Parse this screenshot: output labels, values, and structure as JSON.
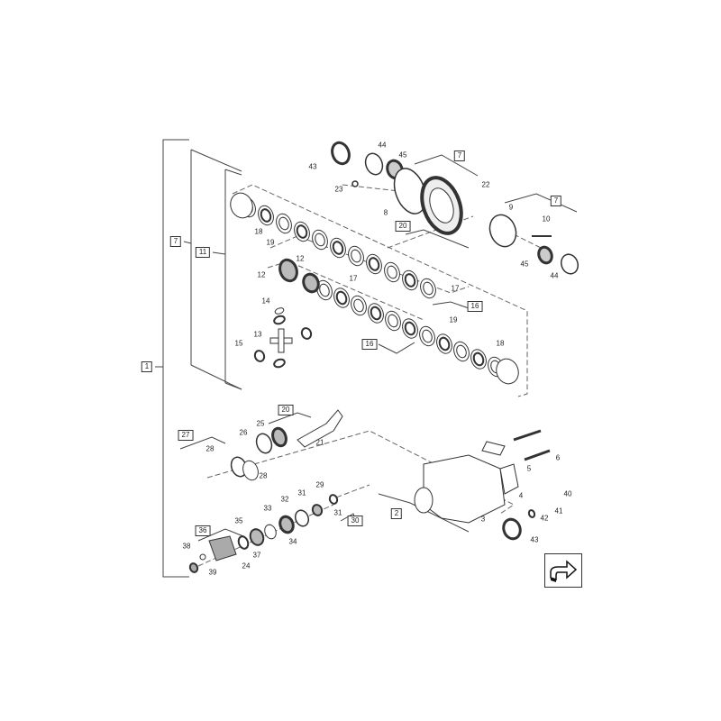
{
  "diagram": {
    "callouts": [
      "43",
      "44",
      "45",
      "23",
      "22",
      "8",
      "9",
      "10",
      "45",
      "44",
      "18",
      "19",
      "12",
      "12",
      "17",
      "17",
      "14",
      "13",
      "15",
      "19",
      "18",
      "25",
      "26",
      "21",
      "28",
      "28",
      "29",
      "31",
      "32",
      "31",
      "33",
      "35",
      "34",
      "38",
      "37",
      "24",
      "39",
      "6",
      "5",
      "4",
      "40",
      "41",
      "42",
      "3",
      "43"
    ],
    "assemblies": [
      "7",
      "7",
      "7",
      "11",
      "1",
      "16",
      "16",
      "20",
      "27",
      "30",
      "2",
      "36"
    ]
  },
  "navigation": {
    "icon": "return-arrow-icon"
  }
}
